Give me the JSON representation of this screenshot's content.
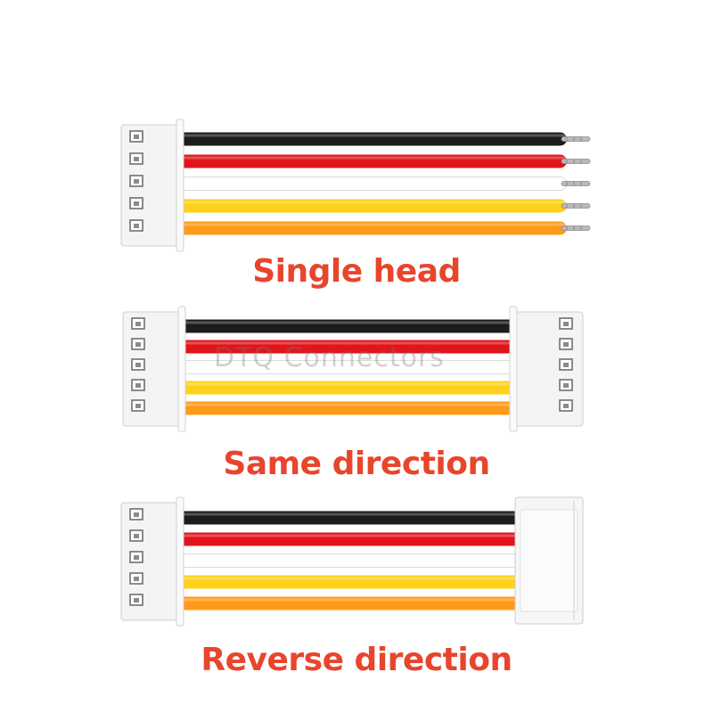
{
  "captions": {
    "single": "Single head",
    "same": "Same direction",
    "reverse": "Reverse direction"
  },
  "watermark": "DTQ Connectors",
  "colors": {
    "caption": "#e8452c",
    "wires": [
      "#1c1c1c",
      "#e0151b",
      "#ffffff",
      "#ffd21a",
      "#ff9a1a"
    ],
    "connector": "#f4f4f4"
  },
  "assemblies": [
    {
      "id": "single-head",
      "pins": 5,
      "connectors": "one connector, stripped tinned ends"
    },
    {
      "id": "same-direction",
      "pins": 5,
      "connectors": "two connectors, same direction"
    },
    {
      "id": "reverse-direction",
      "pins": 5,
      "connectors": "two connectors, reverse direction"
    }
  ]
}
